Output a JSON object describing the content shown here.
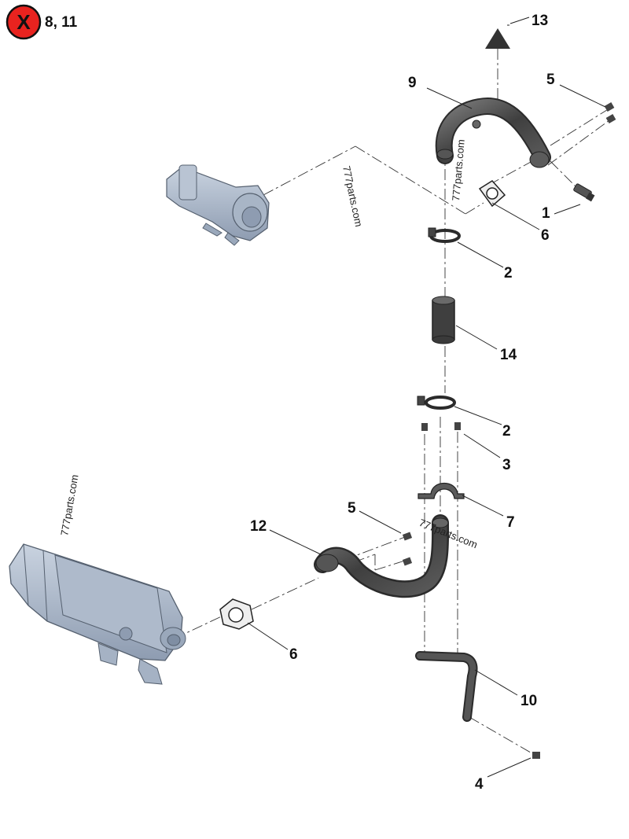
{
  "notice": {
    "icon": "x-circle-icon",
    "icon_color": "#e8231f",
    "icon_letter": "X",
    "text": "8, 11"
  },
  "callouts": {
    "c1": "1",
    "c2a": "2",
    "c2b": "2",
    "c3": "3",
    "c4": "4",
    "c5a": "5",
    "c5b": "5",
    "c6a": "6",
    "c6b": "6",
    "c7": "7",
    "c9": "9",
    "c10": "10",
    "c12": "12",
    "c13": "13",
    "c14": "14"
  },
  "watermarks": {
    "w1": "777parts.com",
    "w2": "777parts.com",
    "w3": "777parts.com",
    "w4": "777parts.com"
  },
  "colors": {
    "pipe_dark": "#4a4a4a",
    "part_blue": "#a9b6c7",
    "part_blue_dark": "#7f8ea3"
  }
}
